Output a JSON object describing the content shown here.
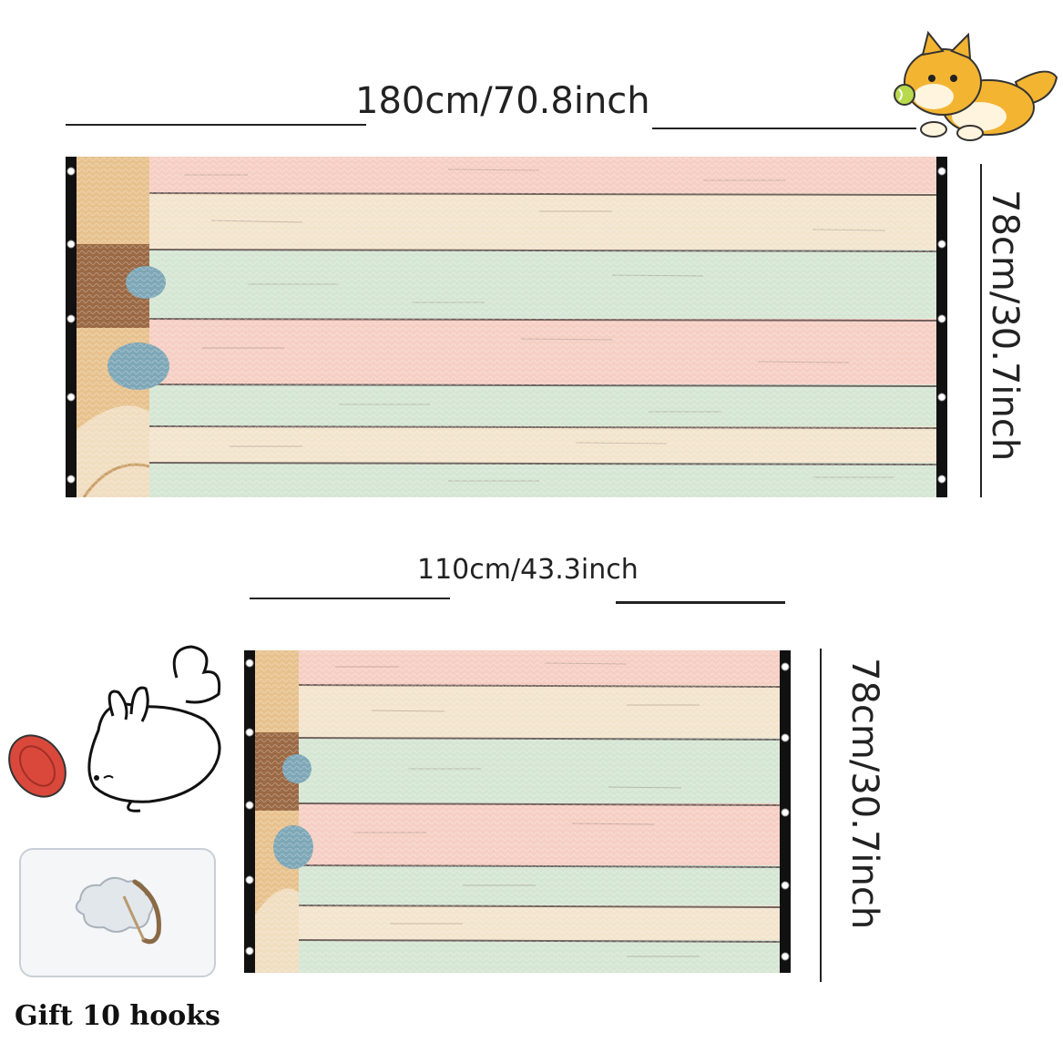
{
  "large_panel": {
    "width_label": "180cm/70.8inch",
    "height_label": "78cm/30.7inch"
  },
  "small_panel": {
    "width_label": "110cm/43.3inch",
    "height_label": "78cm/30.7inch"
  },
  "gift_text": "Gift 10 hooks",
  "plank_colors": [
    "#f6cfc4",
    "#f3e4cd",
    "#d6e6d4",
    "#f6cfc4",
    "#d6e6d4",
    "#f3e4cd",
    "#d6e6d4"
  ],
  "edge_colors": {
    "tan": "#e8c28e",
    "brown": "#9b6a45",
    "blue": "#7ea7b7",
    "border": "#111111"
  },
  "icons": [
    "shiba-dog-icon",
    "rabbit-icon",
    "frisbee-icon",
    "adhesive-hook-icon"
  ]
}
